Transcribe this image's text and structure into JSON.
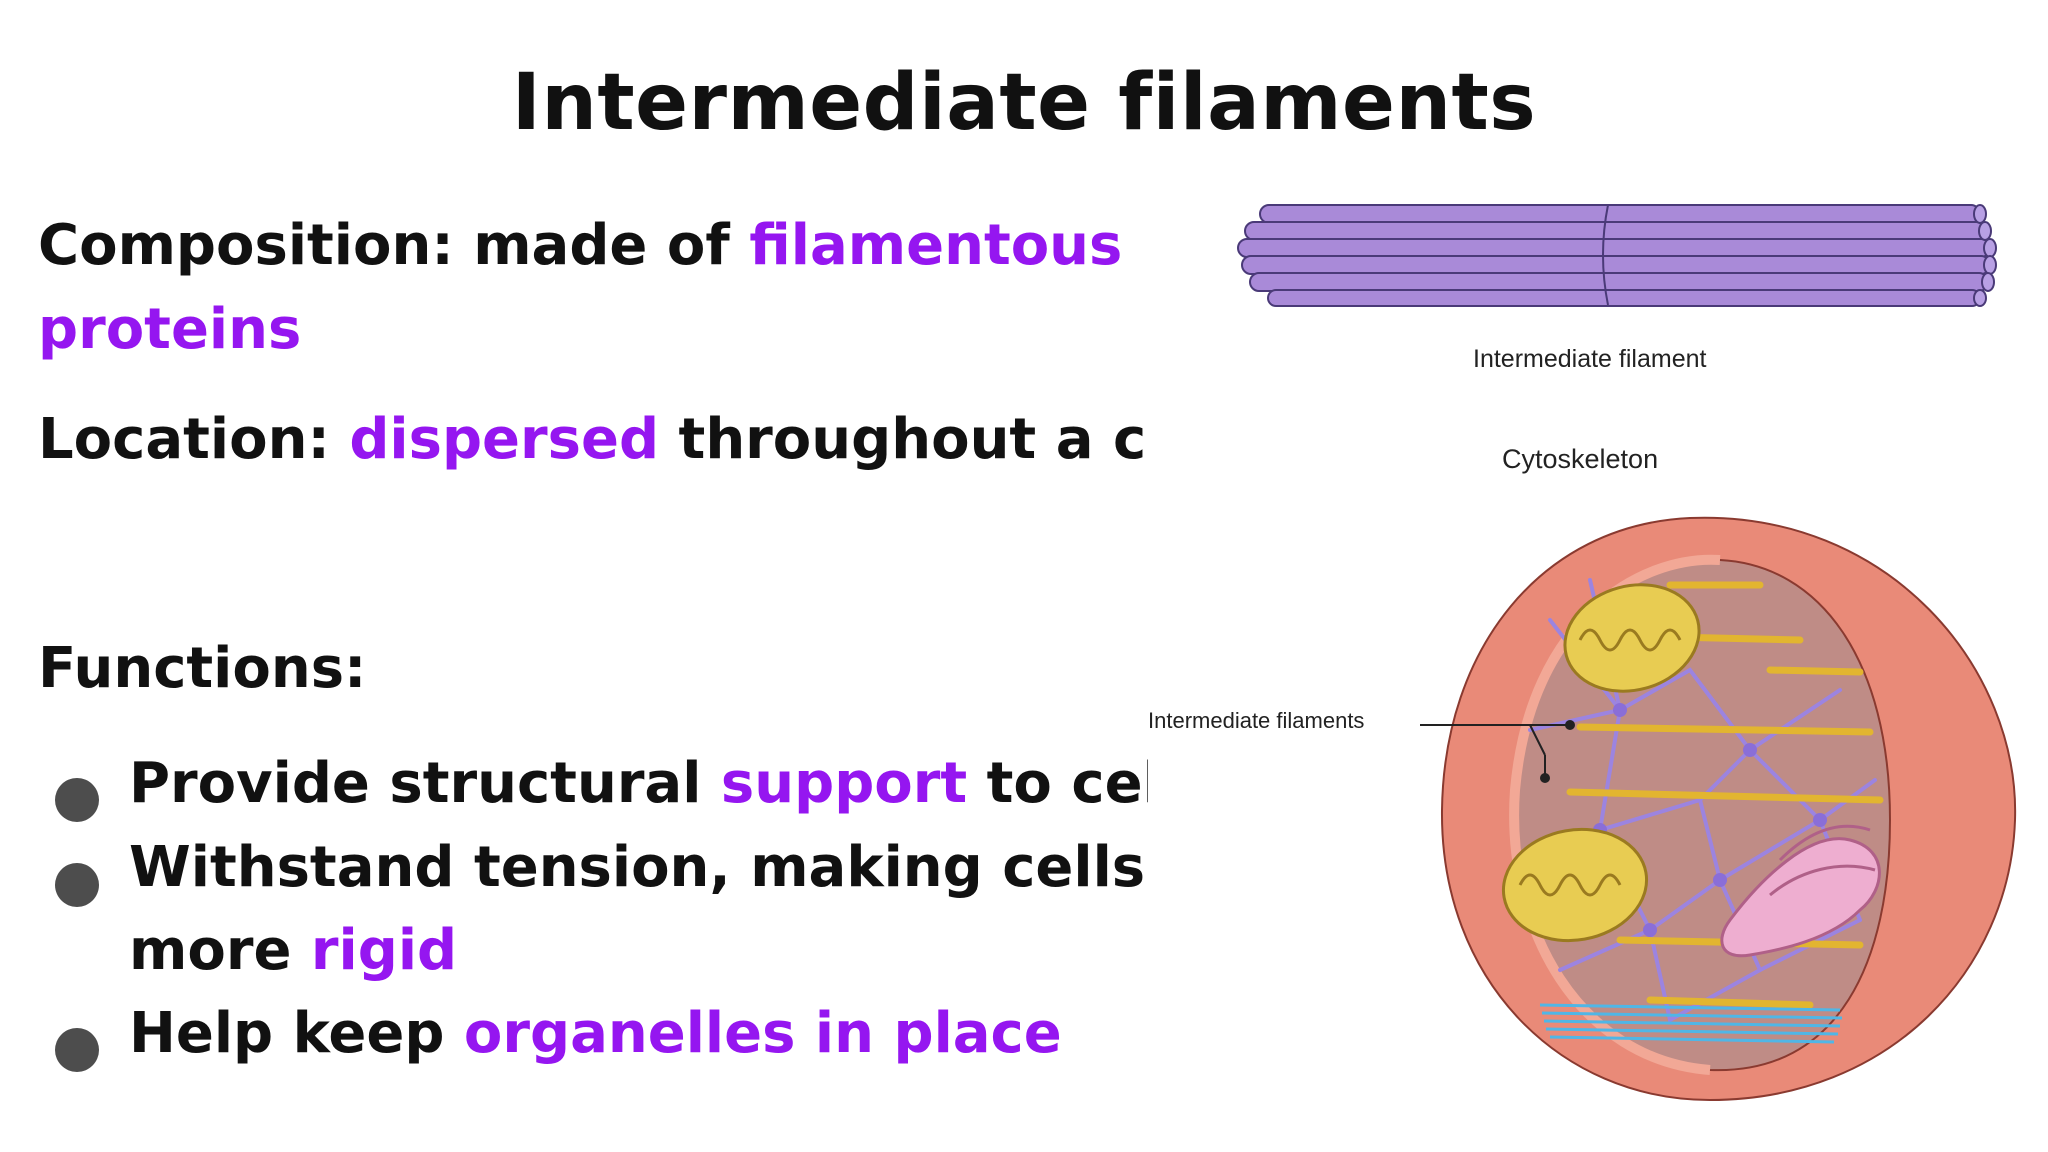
{
  "title": "Intermediate filaments",
  "composition": {
    "label": "Composition: made of ",
    "highlight_line1": "filamentous",
    "highlight_line2": "proteins"
  },
  "location": {
    "label": "Location: ",
    "highlight": "dispersed",
    "rest": " throughout a cell"
  },
  "functions": {
    "heading": "Functions:",
    "items": [
      {
        "before": "Provide structural ",
        "highlight": "support",
        "after": " to cells"
      },
      {
        "line1": "Withstand tension, making cells",
        "before": "more ",
        "highlight": "rigid"
      },
      {
        "before": "Help keep ",
        "highlight": "organelles in place"
      }
    ]
  },
  "figure": {
    "filament_caption": "Intermediate filament",
    "cytoskeleton_title": "Cytoskeleton",
    "cell_callout": "Intermediate filaments"
  },
  "colors": {
    "highlight": "#9516f0",
    "text": "#111111",
    "bullet": "#4d4d4d",
    "filament": "#a98ad8",
    "cell_membrane": "#e98a78",
    "cell_interior": "#bf8c86",
    "mitochondria": "#e8cc52",
    "golgi": "#eeaed0",
    "microfilaments": "#50b6e6"
  }
}
